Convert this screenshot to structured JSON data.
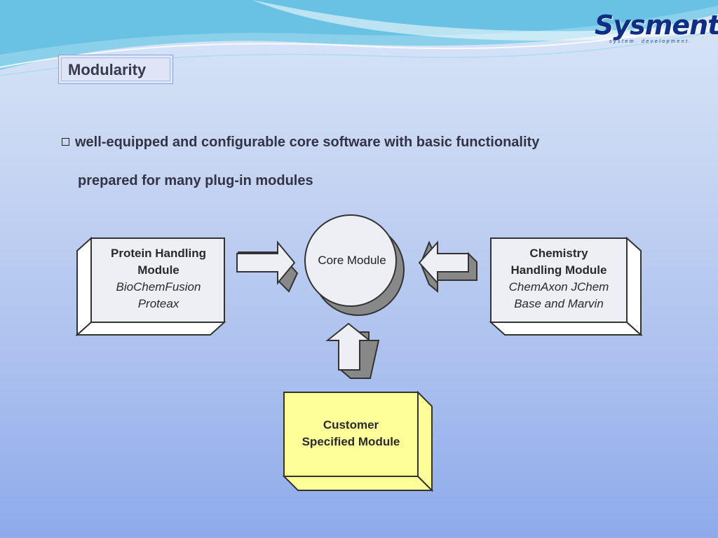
{
  "logo": {
    "name": "Sysment",
    "tagline": "system. development."
  },
  "slide": {
    "title": "Modularity",
    "bullet_line1": "well-equipped and configurable core software with basic functionality",
    "bullet_line2": "prepared for many plug-in modules"
  },
  "diagram": {
    "core": {
      "label": "Core Module"
    },
    "protein": {
      "title_line1": "Protein Handling",
      "title_line2": "Module",
      "sub_line1": "BioChemFusion",
      "sub_line2": "Proteax"
    },
    "chemistry": {
      "title_line1": "Chemistry",
      "title_line2": "Handling Module",
      "sub_line1": "ChemAxon JChem",
      "sub_line2": "Base and Marvin"
    },
    "customer": {
      "title_line1": "Customer",
      "title_line2": "Specified Module"
    }
  },
  "colors": {
    "box_fill": "#eeeff5",
    "box_shade": "#ffffff",
    "customer_fill": "#ffff99",
    "arrow_shade": "#888888",
    "outline": "#333333"
  }
}
